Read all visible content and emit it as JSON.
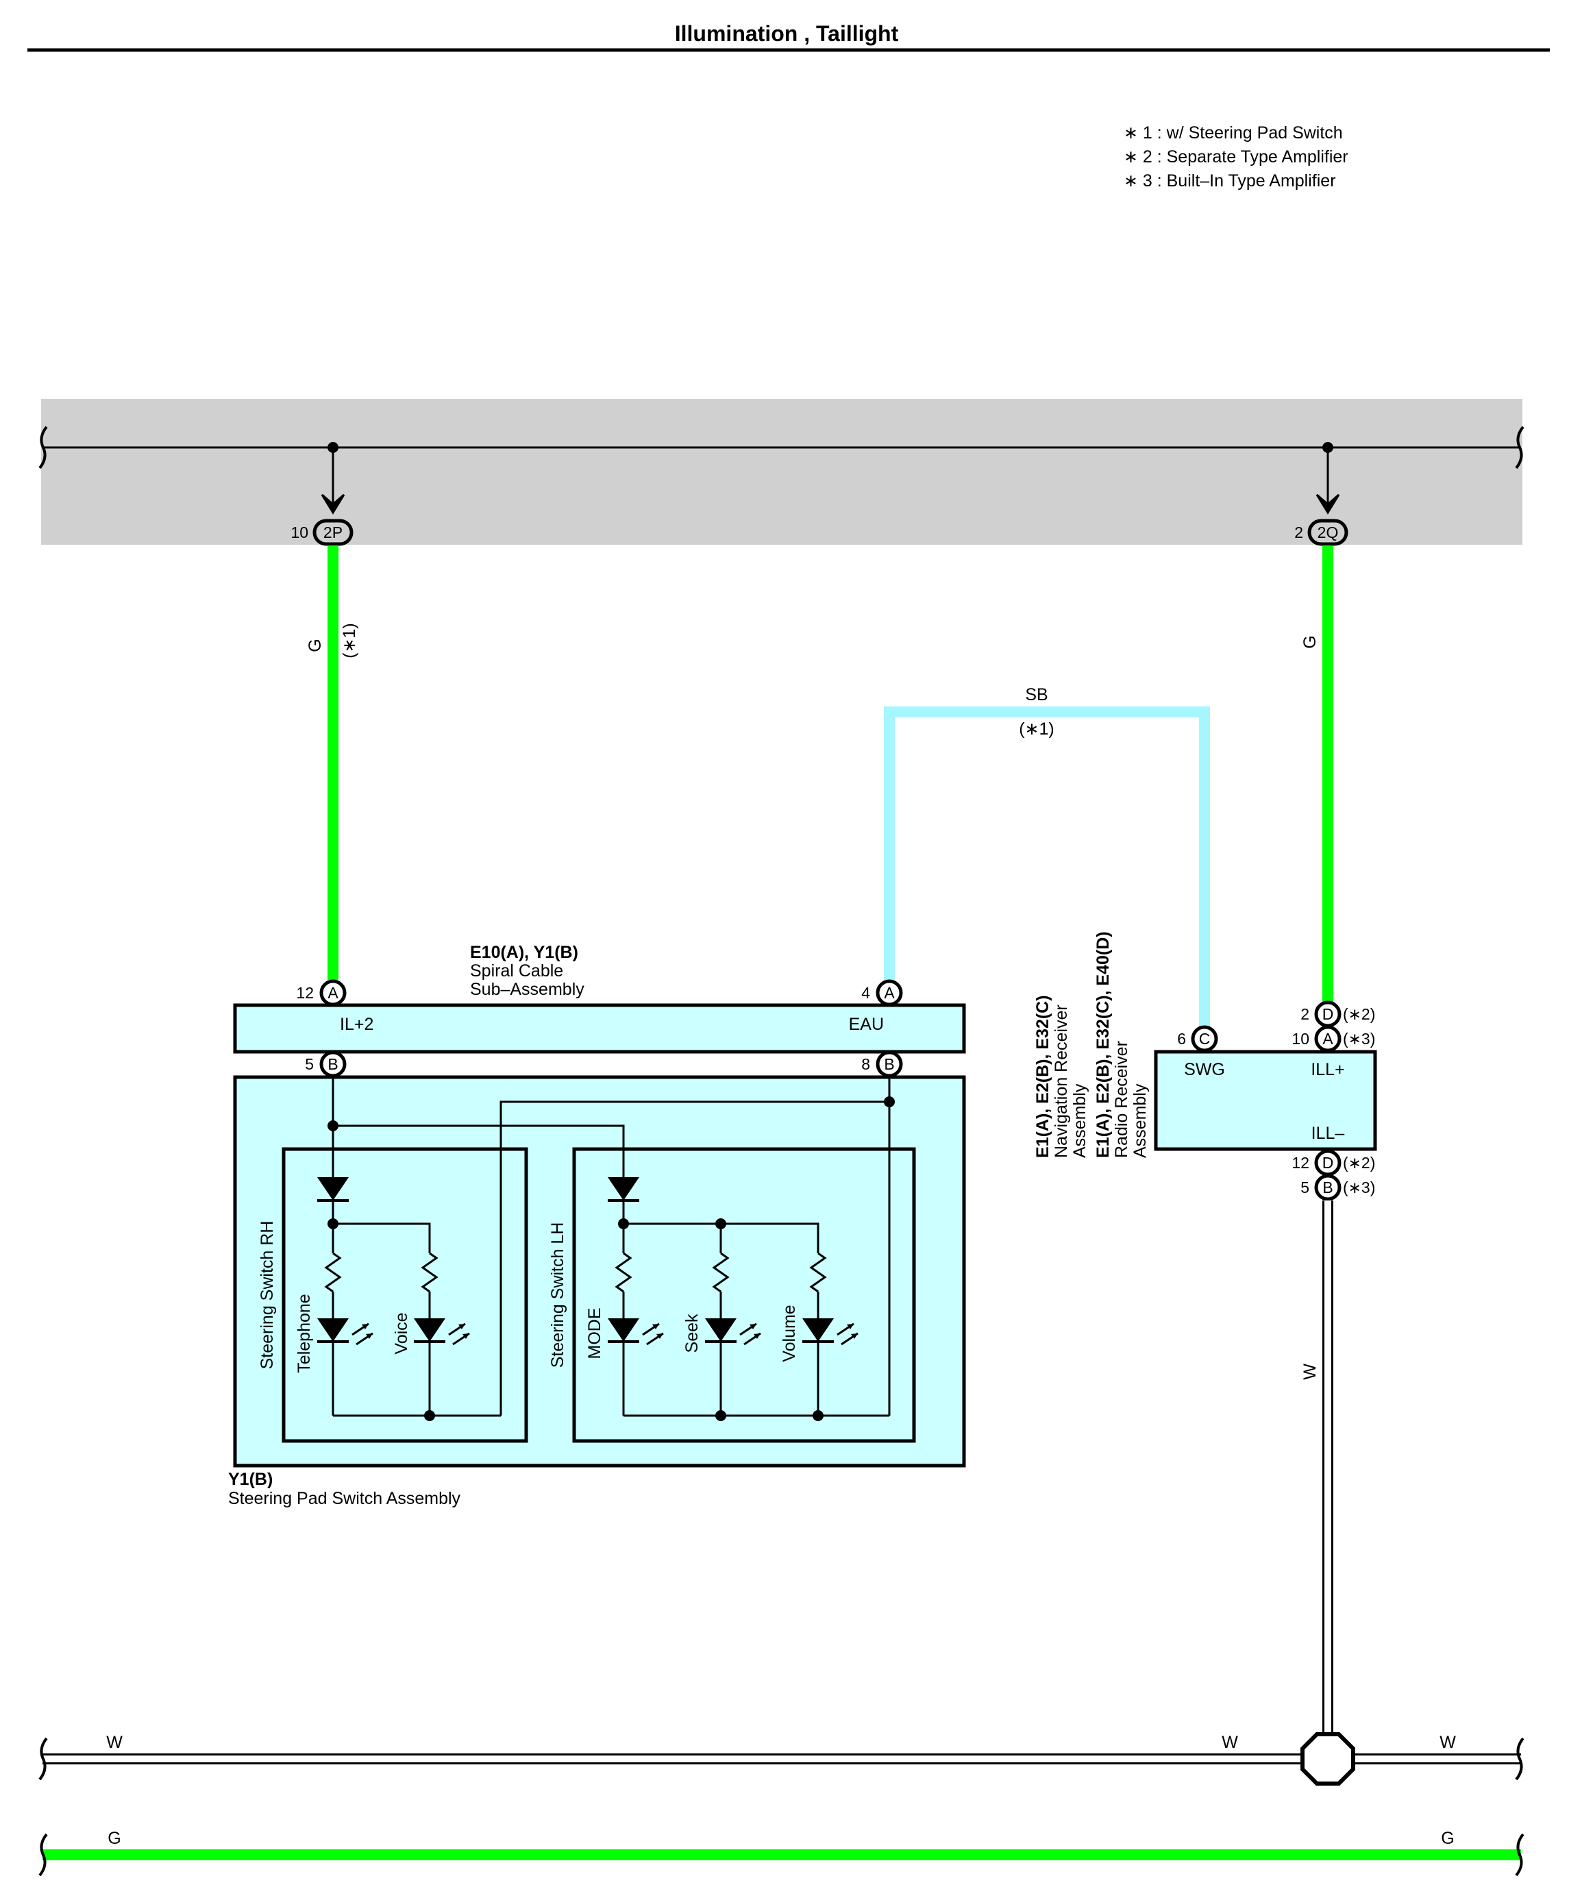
{
  "title": "Illumination , Taillight",
  "notes": [
    "∗ 1 : w/ Steering Pad Switch",
    "∗ 2 : Separate Type Amplifier",
    "∗ 3 : Built–In Type Amplifier"
  ],
  "colors": {
    "green_wire": "#00ff00",
    "sb_wire": "#a6f6ff",
    "component_fill": "#ccffff",
    "junction_band": "#d0d0d0"
  },
  "junctions": {
    "j2p": {
      "pin": "10",
      "code": "2P"
    },
    "j2q": {
      "pin": "2",
      "code": "2Q"
    }
  },
  "wires": {
    "w1": {
      "color": "G",
      "note": "(∗1)"
    },
    "w2": {
      "color": "SB",
      "note": "(∗1)"
    },
    "w3": {
      "color": "G"
    },
    "w4": {
      "color": "W"
    },
    "bottom_w": {
      "left": "W",
      "mid": "W",
      "right": "W"
    },
    "bottom_g": {
      "left": "G",
      "right": "G"
    }
  },
  "spiral_cable": {
    "id": "E10(A), Y1(B)",
    "name_line1": "Spiral Cable",
    "name_line2": "Sub–Assembly",
    "terminal_left": "IL+2",
    "terminal_right": "EAU",
    "pins": {
      "top_left_num": "12",
      "top_left_conn": "A",
      "top_right_num": "4",
      "top_right_conn": "A",
      "bot_left_num": "5",
      "bot_left_conn": "B",
      "bot_right_num": "8",
      "bot_right_conn": "B"
    }
  },
  "steering_pad": {
    "id": "Y1(B)",
    "name": "Steering Pad Switch Assembly",
    "rh_label": "Steering Switch RH",
    "lh_label": "Steering Switch LH",
    "leds": {
      "telephone": "Telephone",
      "voice": "Voice",
      "mode": "MODE",
      "seek": "Seek",
      "volume": "Volume"
    }
  },
  "receiver": {
    "nav_id": "E1(A), E2(B), E32(C)",
    "nav_name_line1": "Navigation Receiver",
    "nav_name_line2": "Assembly",
    "radio_id": "E1(A), E2(B), E32(C), E40(D)",
    "radio_name_line1": "Radio Receiver",
    "radio_name_line2": "Assembly",
    "terminals": {
      "swg": "SWG",
      "ill_plus": "ILL+",
      "ill_minus": "ILL–"
    },
    "pins": {
      "swg_num": "6",
      "swg_conn": "C",
      "illp_num_a": "2",
      "illp_conn_a": "D",
      "illp_note_a": "(∗2)",
      "illp_num_b": "10",
      "illp_conn_b": "A",
      "illp_note_b": "(∗3)",
      "illm_num_a": "12",
      "illm_conn_a": "D",
      "illm_note_a": "(∗2)",
      "illm_num_b": "5",
      "illm_conn_b": "B",
      "illm_note_b": "(∗3)"
    }
  }
}
